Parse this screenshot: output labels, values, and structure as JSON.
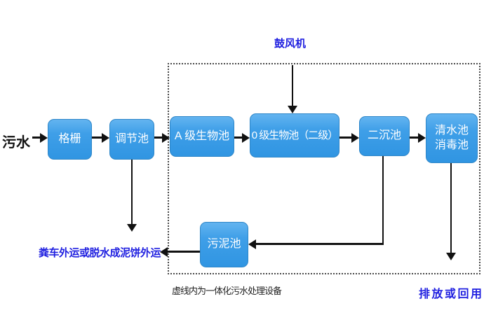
{
  "diagram": {
    "influent_label": "污水",
    "blower_label": "鼓风机",
    "boxes": {
      "grid": {
        "label": "格栅"
      },
      "regulating": {
        "label": "调节池"
      },
      "a_bio": {
        "label": "A 级生物池"
      },
      "o_bio": {
        "label": "0 级生物池（二级）"
      },
      "secondary_clarifier": {
        "label": "二沉池"
      },
      "clear_water": {
        "line1": "清水池",
        "line2": "消毒池"
      },
      "sludge": {
        "label": "污泥池"
      }
    },
    "sludge_disposal_label": "粪车外运或脱水成泥饼外运",
    "discharge_label": "排放或回用",
    "dashed_box_caption": "虚线内为一体化污水处理设备",
    "colors": {
      "box_fill_top": "#63B4F0",
      "box_fill_bottom": "#3095E2",
      "box_border": "#2E86C8",
      "blue_text": "#2020E0",
      "line": "#111111"
    }
  }
}
